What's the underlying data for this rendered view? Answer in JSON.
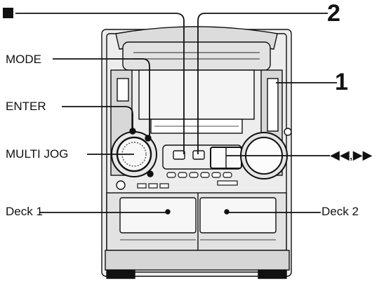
{
  "callouts": {
    "stop_symbol": "■",
    "mode": "MODE",
    "enter": "ENTER",
    "multi_jog": "MULTI JOG",
    "deck1": "Deck 1",
    "deck2": "Deck 2",
    "number_two": "2",
    "number_one": "1",
    "skip_arrows": "◀◀,▶▶"
  },
  "colors": {
    "ink": "#111111",
    "panel": "#e6e6e6",
    "panel_dark": "#bdbdbd",
    "paper": "#ffffff"
  },
  "icons": {
    "stop": "stop-square-icon",
    "skip": "rewind-fastforward-icon"
  }
}
